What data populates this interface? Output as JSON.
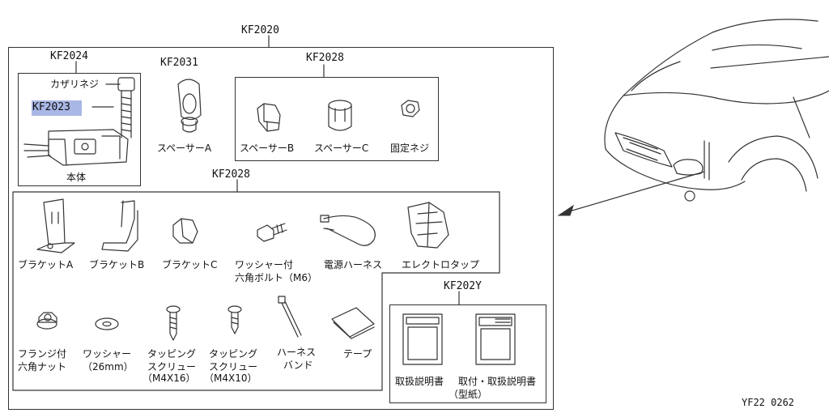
{
  "colors": {
    "stroke": "#333333",
    "highlight": "#a9b7e6"
  },
  "codes": {
    "main": "KF2020",
    "main_unit_kit": "KF2024",
    "spacer_a_code": "KF2031",
    "small_parts_kit": "KF2028",
    "bracket_kit": "KF2028",
    "manual_kit": "KF202Y",
    "highlighted": "KF2023"
  },
  "labels": {
    "kazari_screw": "カザリネジ",
    "body": "本体",
    "spacer_a": "スペーサーA",
    "spacer_b": "スペーサーB",
    "spacer_c": "スペーサーC",
    "fixing_screw": "固定ネジ",
    "bracket_a": "ブラケットA",
    "bracket_b": "ブラケットB",
    "bracket_c": "ブラケットC",
    "washer_bolt_1": "ワッシャー付",
    "washer_bolt_2": "六角ボルト（M6）",
    "power_harness": "電源ハーネス",
    "electro_tap": "エレクトロタップ",
    "flange_nut_1": "フランジ付",
    "flange_nut_2": "六角ナット",
    "washer_1": "ワッシャー",
    "washer_2": "（26mm）",
    "tap_screw_16_1": "タッピング",
    "tap_screw_16_2": "スクリュー",
    "tap_screw_16_3": "（M4X16）",
    "tap_screw_10_1": "タッピング",
    "tap_screw_10_2": "スクリュー",
    "tap_screw_10_3": "（M4X10）",
    "harness_band_1": "ハーネス",
    "harness_band_2": "バンド",
    "tape": "テープ",
    "manual": "取扱説明書",
    "install_manual": "取付・取扱説明書",
    "template": "（型紙）"
  },
  "diagram_id": "YF22 0262"
}
